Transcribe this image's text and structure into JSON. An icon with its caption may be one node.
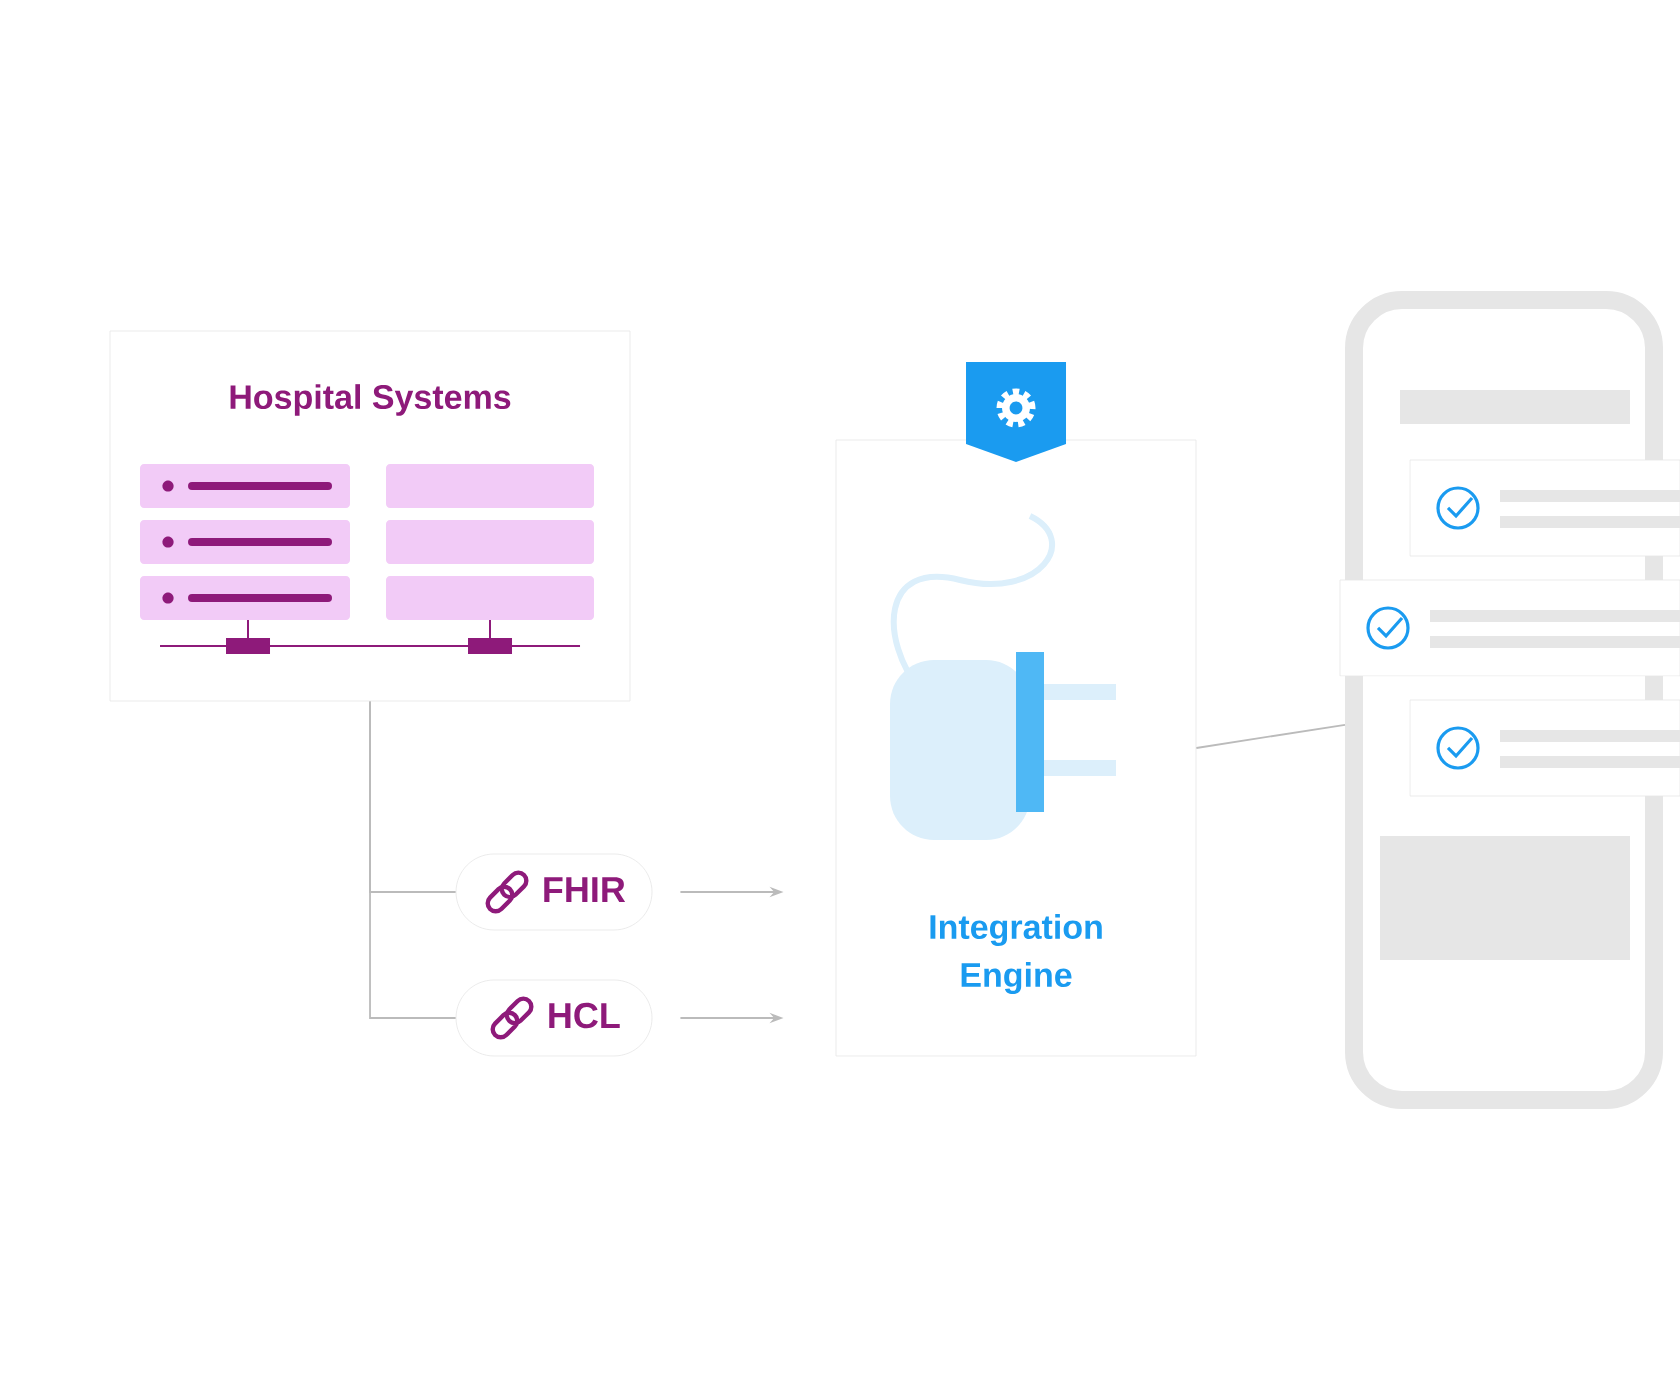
{
  "diagram": {
    "nodes": [
      {
        "text": [
          "Hospital Systems"
        ]
      },
      {
        "text": [
          "FHIR"
        ]
      },
      {
        "text": [
          "HCL"
        ]
      },
      {
        "text": [
          "Integration Engine"
        ]
      },
      {
        "text": [],
        "shape": "picture"
      }
    ],
    "edges": [
      {
        "from": 0,
        "to": 1,
        "arrow": "none"
      },
      {
        "from": 0,
        "to": 2,
        "arrow": "none"
      },
      {
        "from": 1,
        "to": 3,
        "arrow": "to"
      },
      {
        "from": 2,
        "to": 3,
        "arrow": "to"
      },
      {
        "from": 3,
        "to": 4,
        "arrow": "none"
      }
    ]
  }
}
